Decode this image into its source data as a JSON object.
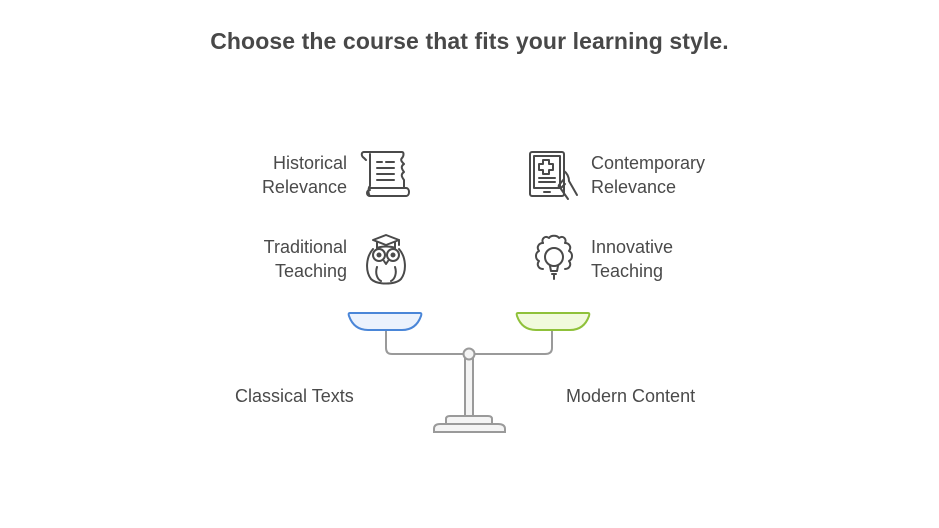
{
  "title": "Choose the course that fits your learning style.",
  "left": {
    "option": "Classical Texts",
    "pan_color": "#4a86d8",
    "pan_fill": "#ebf2fd",
    "features": [
      {
        "line1": "Historical",
        "line2": "Relevance",
        "icon": "scroll-icon"
      },
      {
        "line1": "Traditional",
        "line2": "Teaching",
        "icon": "owl-graduate-icon"
      }
    ]
  },
  "right": {
    "option": "Modern Content",
    "pan_color": "#8fc13a",
    "pan_fill": "#f1fadd",
    "features": [
      {
        "line1": "Contemporary",
        "line2": "Relevance",
        "icon": "tablet-hand-icon"
      },
      {
        "line1": "Innovative",
        "line2": "Teaching",
        "icon": "gear-lightbulb-icon"
      }
    ]
  }
}
